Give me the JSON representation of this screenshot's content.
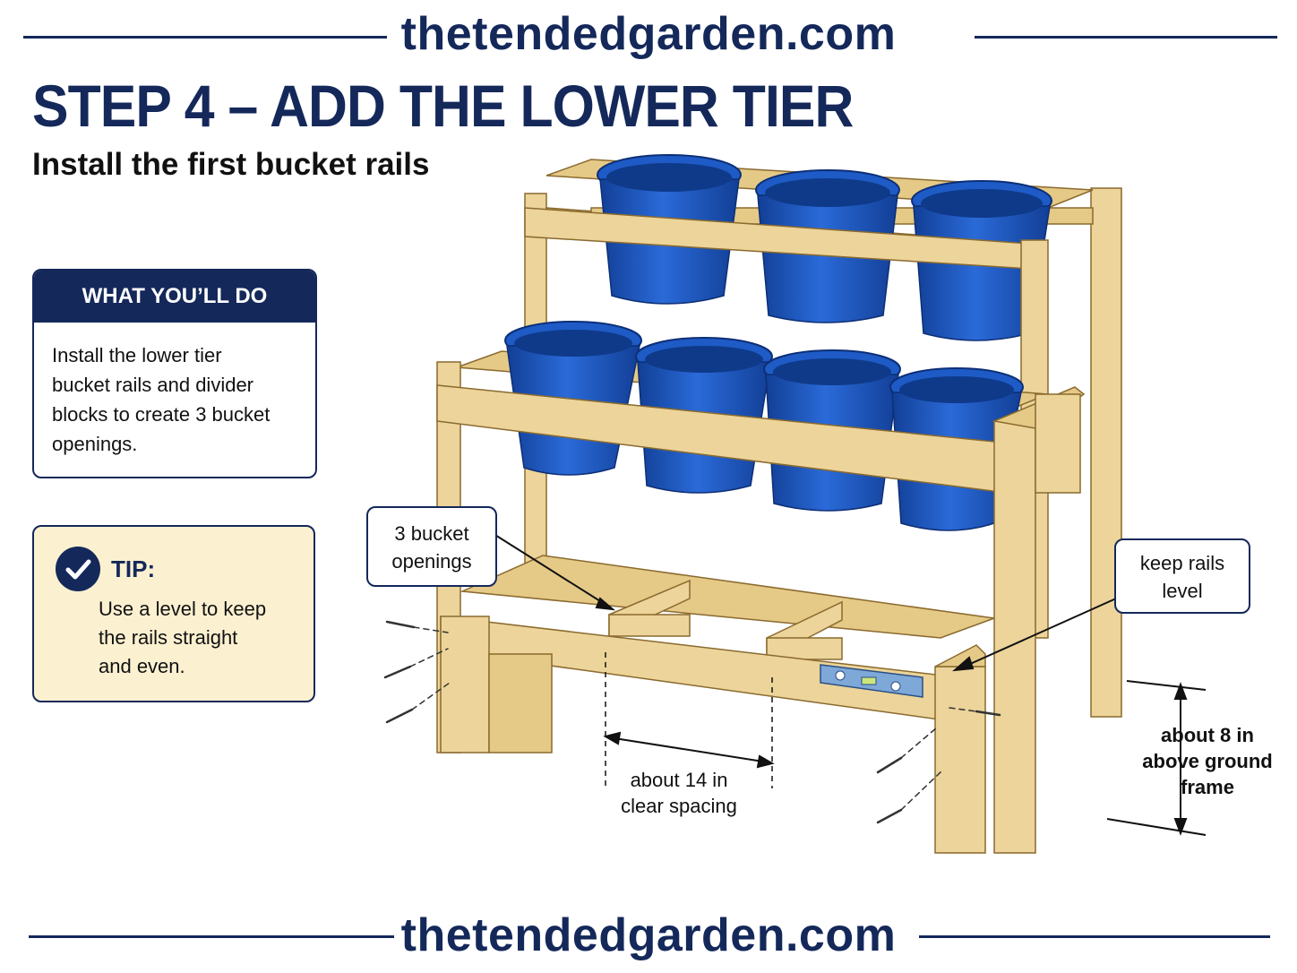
{
  "brand": {
    "top": "thetendedgarden.com",
    "bottom": "thetendedgarden.com"
  },
  "header": {
    "title": "STEP 4 – ADD THE LOWER TIER",
    "subtitle": "Install the first bucket rails"
  },
  "what_card": {
    "heading": "WHAT YOU’LL DO",
    "lines": [
      "Install the lower tier",
      "bucket rails and divider",
      "blocks to create 3 bucket",
      "openings."
    ]
  },
  "tip_card": {
    "label": "TIP:",
    "lines": [
      "Use a level to keep",
      "the rails straight",
      "and even."
    ]
  },
  "callouts": {
    "openings": [
      "3 bucket",
      "openings"
    ],
    "level": [
      "keep rails",
      "level"
    ],
    "spacing": [
      "about 14 in",
      "clear spacing"
    ],
    "height": [
      "about 8 in",
      "above ground",
      "frame"
    ]
  },
  "colors": {
    "navy": "#14285a",
    "wood": "#ecd49a",
    "wood_dark": "#c9a866",
    "bucket": "#1e5bc6",
    "bucket_dark": "#123f96",
    "tip_bg": "#fbf0d0"
  },
  "icons": [
    "check-icon",
    "screw-icon",
    "spirit-level-icon",
    "bucket-icon"
  ]
}
